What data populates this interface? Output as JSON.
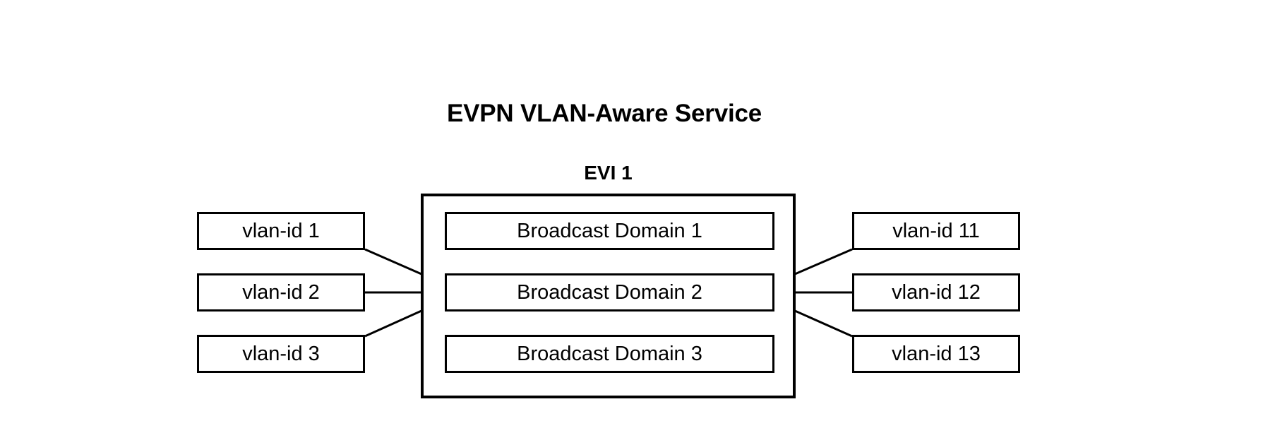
{
  "diagram": {
    "title": "EVPN VLAN-Aware Service",
    "evi_label": "EVI 1",
    "left_vlans": [
      {
        "label": "vlan-id 1"
      },
      {
        "label": "vlan-id 2"
      },
      {
        "label": "vlan-id 3"
      }
    ],
    "broadcast_domains": [
      {
        "label": "Broadcast Domain 1"
      },
      {
        "label": "Broadcast Domain 2"
      },
      {
        "label": "Broadcast Domain 3"
      }
    ],
    "right_vlans": [
      {
        "label": "vlan-id 11"
      },
      {
        "label": "vlan-id 12"
      },
      {
        "label": "vlan-id 13"
      }
    ],
    "colors": {
      "stroke": "#000000",
      "background": "#ffffff",
      "text": "#000000"
    }
  }
}
